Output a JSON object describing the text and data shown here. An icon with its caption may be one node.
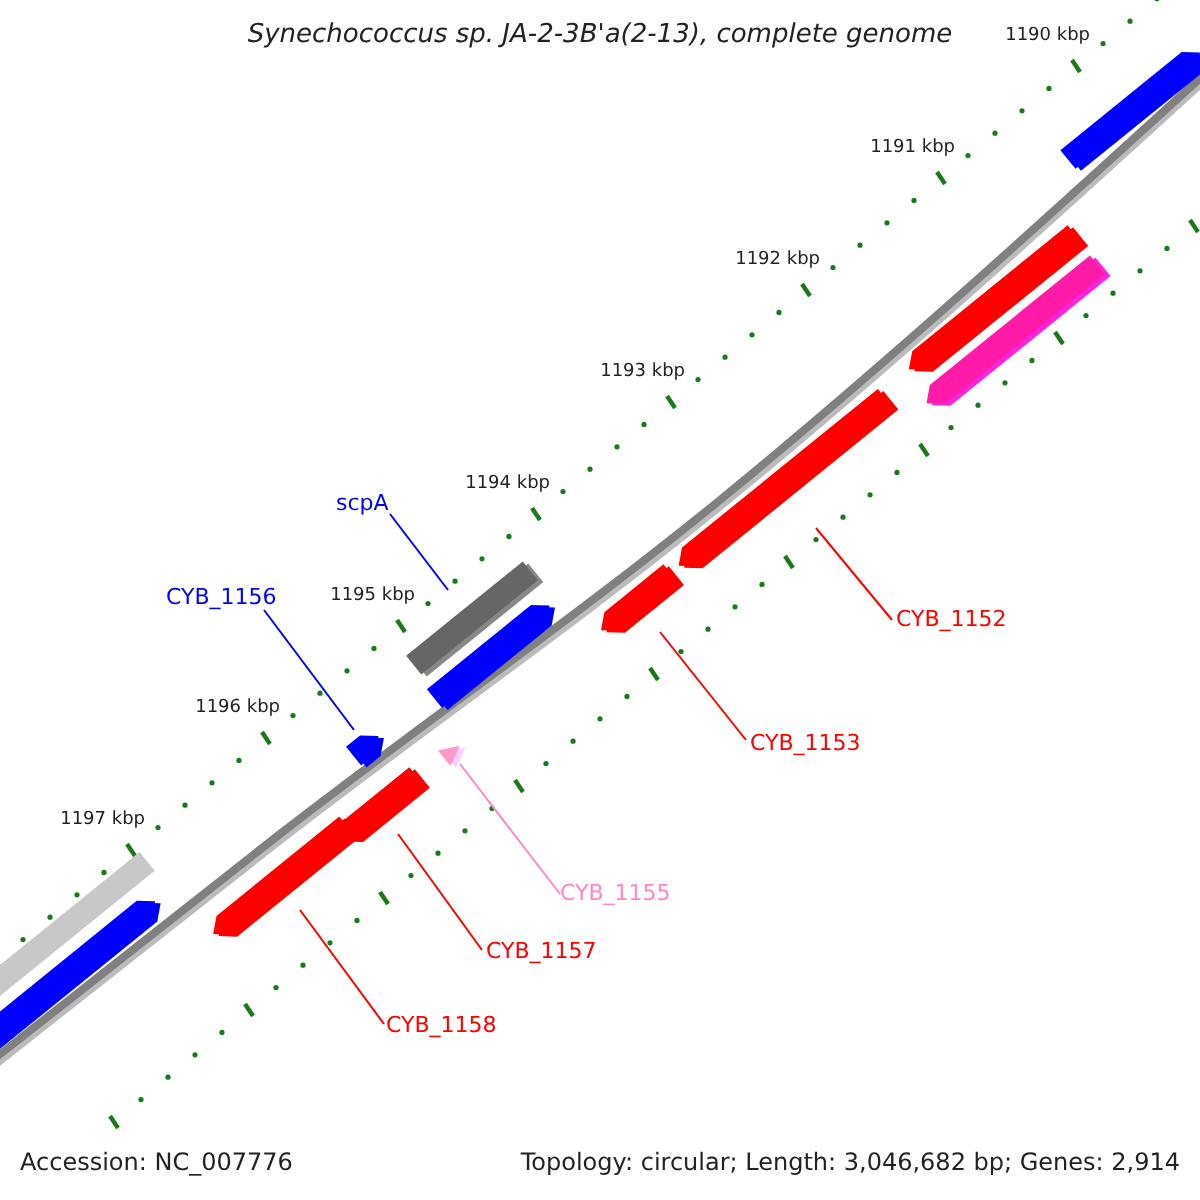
{
  "diagram": {
    "title": "Synechococcus sp. JA-2-3B'a(2-13), complete genome",
    "nodes": [
      {
        "text": [
          "scpA"
        ]
      },
      {
        "text": [],
        "shape": "bar"
      },
      {
        "text": [
          "CYB_1156"
        ]
      },
      {
        "text": [],
        "shape": "bar"
      },
      {
        "text": [
          "CYB_1152"
        ]
      },
      {
        "text": [],
        "shape": "bar"
      },
      {
        "text": [
          "CYB_1153"
        ]
      },
      {
        "text": [],
        "shape": "bar"
      },
      {
        "text": [
          "CYB_1155"
        ]
      },
      {
        "text": [],
        "shape": "bar"
      },
      {
        "text": [
          "CYB_1157"
        ]
      },
      {
        "text": [],
        "shape": "bar"
      },
      {
        "text": [
          "CYB_1158"
        ]
      },
      {
        "text": [],
        "shape": "bar"
      }
    ],
    "edges": [
      {
        "from": 0,
        "to": 1,
        "arrow": "none",
        "color": "#0000ff"
      },
      {
        "from": 2,
        "to": 3,
        "arrow": "none",
        "color": "#0000ff"
      },
      {
        "from": 4,
        "to": 5,
        "arrow": "none"
      },
      {
        "from": 6,
        "to": 7,
        "arrow": "none"
      },
      {
        "from": 8,
        "to": 9,
        "arrow": "none",
        "color": "#ff88cc"
      },
      {
        "from": 10,
        "to": 11,
        "arrow": "none"
      },
      {
        "from": 12,
        "to": 13,
        "arrow": "none"
      }
    ],
    "labels": [
      "1190 kbp",
      "1191 kbp",
      "1192 kbp",
      "1193 kbp",
      "1194 kbp",
      "1195 kbp",
      "1196 kbp",
      "1197 kbp",
      "Accession: NC_007776",
      "Topology: circular; Length: 3,046,682 bp; Genes: 2,914"
    ]
  }
}
